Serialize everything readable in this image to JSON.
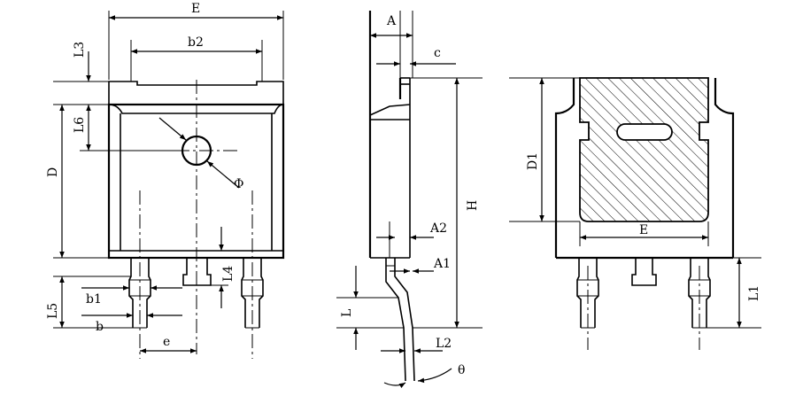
{
  "front_view": {
    "labels": {
      "E": "E",
      "b2": "b2",
      "L3": "L3",
      "L6": "L6",
      "D": "D",
      "phi": "Φ",
      "L4": "L4",
      "L5": "L5",
      "b1": "b1",
      "b": "b",
      "e": "e"
    }
  },
  "side_view": {
    "labels": {
      "A": "A",
      "c": "c",
      "H": "H",
      "A2": "A2",
      "A1": "A1",
      "L": "L",
      "L2": "L2",
      "theta": "θ"
    }
  },
  "back_view": {
    "labels": {
      "D1": "D1",
      "E": "E",
      "L1": "L1"
    }
  }
}
